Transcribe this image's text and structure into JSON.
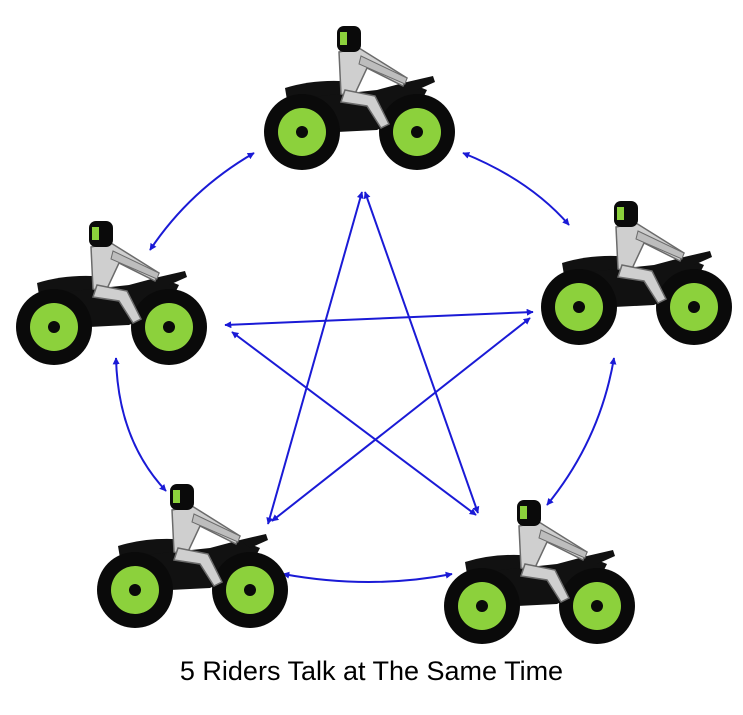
{
  "caption": "5 Riders Talk at The Same Time",
  "colors": {
    "arrow": "#1a1ad6",
    "wheel_rim": "#8cd13c",
    "tire": "#0a0a0a",
    "rider_suit": "#cfcfcf",
    "helmet_visor": "#8cd13c",
    "bike_body": "#111111"
  },
  "riders": [
    {
      "id": "rider-top"
    },
    {
      "id": "rider-upper-right"
    },
    {
      "id": "rider-upper-left"
    },
    {
      "id": "rider-lower-left"
    },
    {
      "id": "rider-lower-right"
    }
  ],
  "connections": {
    "adjacent_pairs": [
      [
        "rider-top",
        "rider-upper-right"
      ],
      [
        "rider-upper-right",
        "rider-lower-right"
      ],
      [
        "rider-lower-right",
        "rider-lower-left"
      ],
      [
        "rider-lower-left",
        "rider-upper-left"
      ],
      [
        "rider-upper-left",
        "rider-top"
      ]
    ],
    "star_pairs": [
      [
        "rider-top",
        "rider-lower-left"
      ],
      [
        "rider-top",
        "rider-lower-right"
      ],
      [
        "rider-upper-left",
        "rider-upper-right"
      ],
      [
        "rider-upper-left",
        "rider-lower-right"
      ],
      [
        "rider-upper-right",
        "rider-lower-left"
      ]
    ],
    "bidirectional": true
  }
}
